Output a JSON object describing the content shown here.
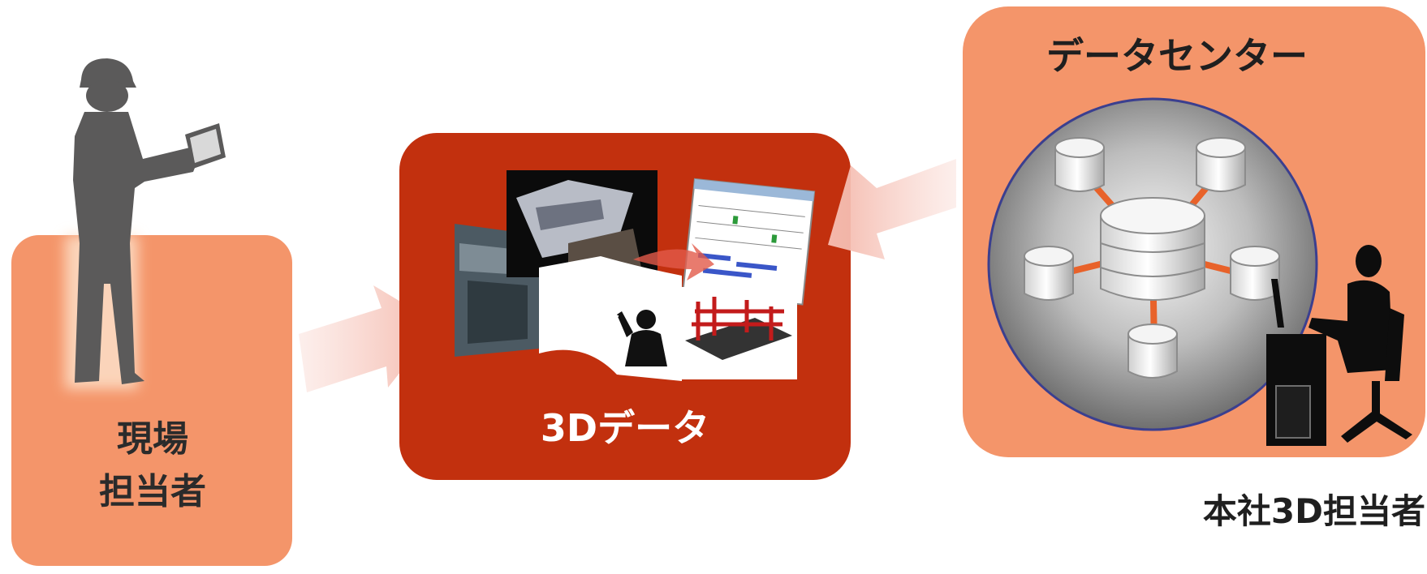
{
  "onsite_staff": {
    "label_line1": "現場",
    "label_line2": "担当者",
    "icon": "field-worker-with-tablet-icon"
  },
  "data_3d": {
    "label": "3Dデータ",
    "icon": "3d-model-images-icon"
  },
  "data_center": {
    "label": "データセンター",
    "icon": "database-network-icon"
  },
  "hq_staff": {
    "label": "本社3D担当者",
    "icon": "office-worker-at-desk-icon"
  },
  "colors": {
    "box_light": "#f4956a",
    "box_dark": "#c2300e",
    "arrow": "#f5c8c0",
    "text_dark": "#2b2b2b"
  }
}
